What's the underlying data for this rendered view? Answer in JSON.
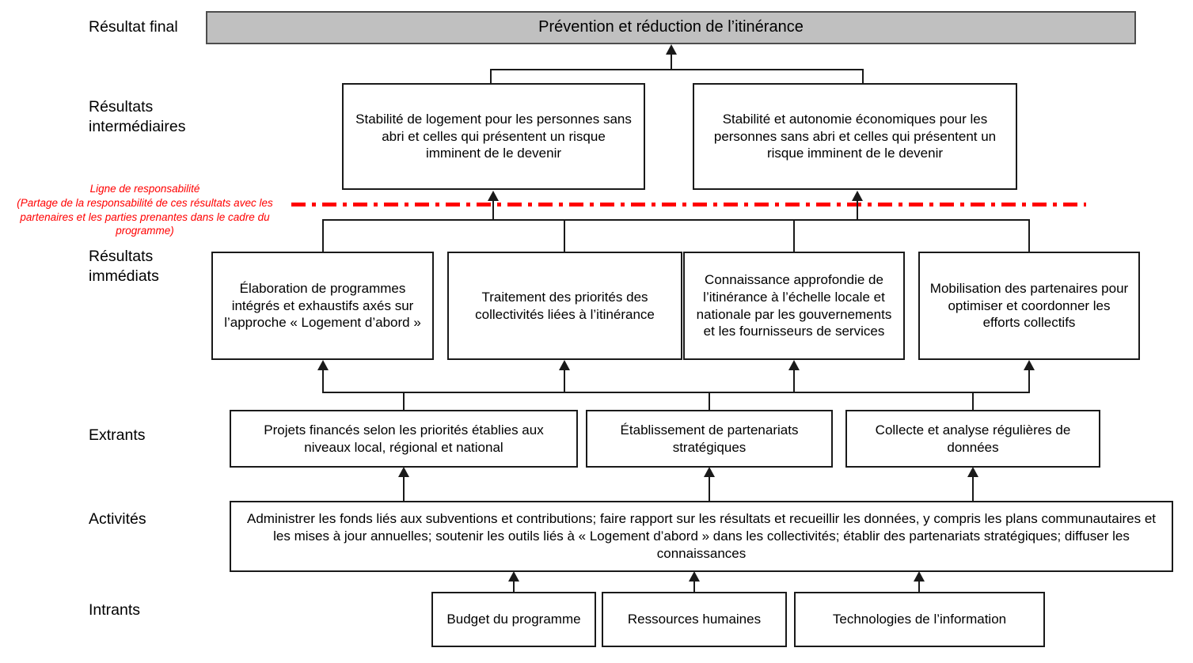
{
  "labels": {
    "final": "Résultat final",
    "intermediate": "Résultats intermédiaires",
    "immediate": "Résultats immédiats",
    "outputs": "Extrants",
    "activities": "Activités",
    "inputs": "Intrants"
  },
  "accountability": {
    "title": "Ligne de responsabilité",
    "note": "(Partage de la responsabilité de ces résultats avec les partenaires et les parties prenantes dans le cadre du programme)"
  },
  "boxes": {
    "final": "Prévention et réduction de l’itinérance",
    "intermediate": [
      "Stabilité de logement pour les personnes sans abri et celles qui présentent un risque imminent de le devenir",
      "Stabilité et autonomie économiques pour les personnes sans abri et celles qui présentent un risque imminent de le devenir"
    ],
    "immediate": [
      "Élaboration de programmes intégrés et exhaustifs axés sur l’approche « Logement d’abord »",
      "Traitement des priorités des collectivités liées à l’itinérance",
      "Connaissance approfondie de l’itinérance à l’échelle locale et nationale par les gouvernements et les fournisseurs de services",
      "Mobilisation des partenaires pour optimiser et coordonner les efforts collectifs"
    ],
    "outputs": [
      "Projets financés selon les priorités établies aux niveaux local, régional et national",
      "Établissement de partenariats stratégiques",
      "Collecte et analyse régulières de données"
    ],
    "activities": "Administrer les fonds liés aux subventions et contributions; faire rapport sur les résultats et recueillir les données, y compris les plans communautaires et les mises à jour annuelles; soutenir les outils liés à « Logement d’abord » dans les collectivités; établir des partenariats stratégiques; diffuser les connaissances",
    "inputs": [
      "Budget du programme",
      "Ressources humaines",
      "Technologies de l’information"
    ]
  },
  "colors": {
    "final_fill": "#c0c0c0",
    "final_border": "#4d4d4d",
    "box_border": "#1a1a1a",
    "accountability": "#ff0000"
  }
}
